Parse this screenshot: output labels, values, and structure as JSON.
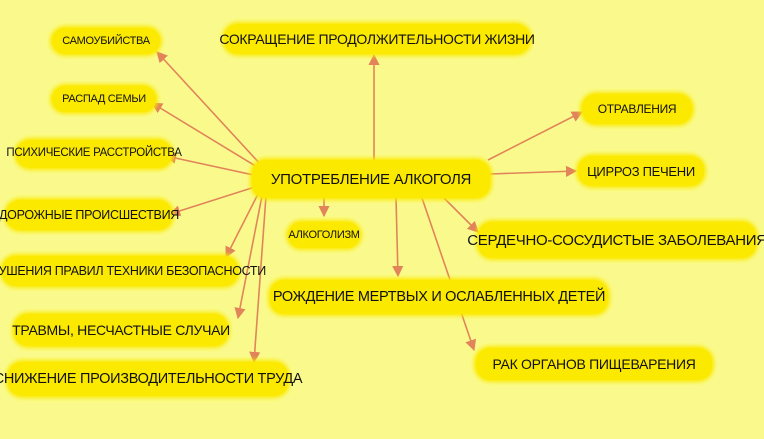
{
  "colors": {
    "background": "#fafa8c",
    "highlight": "#fbe900",
    "arrow": "#e1845a",
    "text": "#111111"
  },
  "center": "УПОТРЕБЛЕНИЕ АЛКОГОЛЯ",
  "consequences": {
    "suicide": "САМОУБИЙСТВА",
    "family_breakup": "РАСПАД СЕМЬИ",
    "mental_disorders": "ПСИХИЧЕСКИЕ РАССТРОЙСТВА",
    "road_accidents": "ДОРОЖНЫЕ ПРОИСШЕСТВИЯ",
    "safety_violations": "НАРУШЕНИЯ ПРАВИЛ ТЕХНИКИ БЕЗОПАСНОСТИ",
    "injuries": "ТРАВМЫ, НЕСЧАСТНЫЕ СЛУЧАИ",
    "productivity": "СНИЖЕНИЕ ПРОИЗВОДИТЕЛЬНОСТИ ТРУДА",
    "life_expectancy": "СОКРАЩЕНИЕ ПРОДОЛЖИТЕЛЬНОСТИ ЖИЗНИ",
    "alcoholism": "АЛКОГОЛИЗМ",
    "stillbirth": "РОЖДЕНИЕ МЕРТВЫХ И ОСЛАБЛЕННЫХ ДЕТЕЙ",
    "poisoning": "ОТРАВЛЕНИЯ",
    "cirrhosis": "ЦИРРОЗ ПЕЧЕНИ",
    "cardiovascular": "СЕРДЕЧНО-СОСУДИСТЫЕ ЗАБОЛЕВАНИЯ",
    "digestive_cancer": "РАК ОРГАНОВ ПИЩЕВАРЕНИЯ"
  }
}
